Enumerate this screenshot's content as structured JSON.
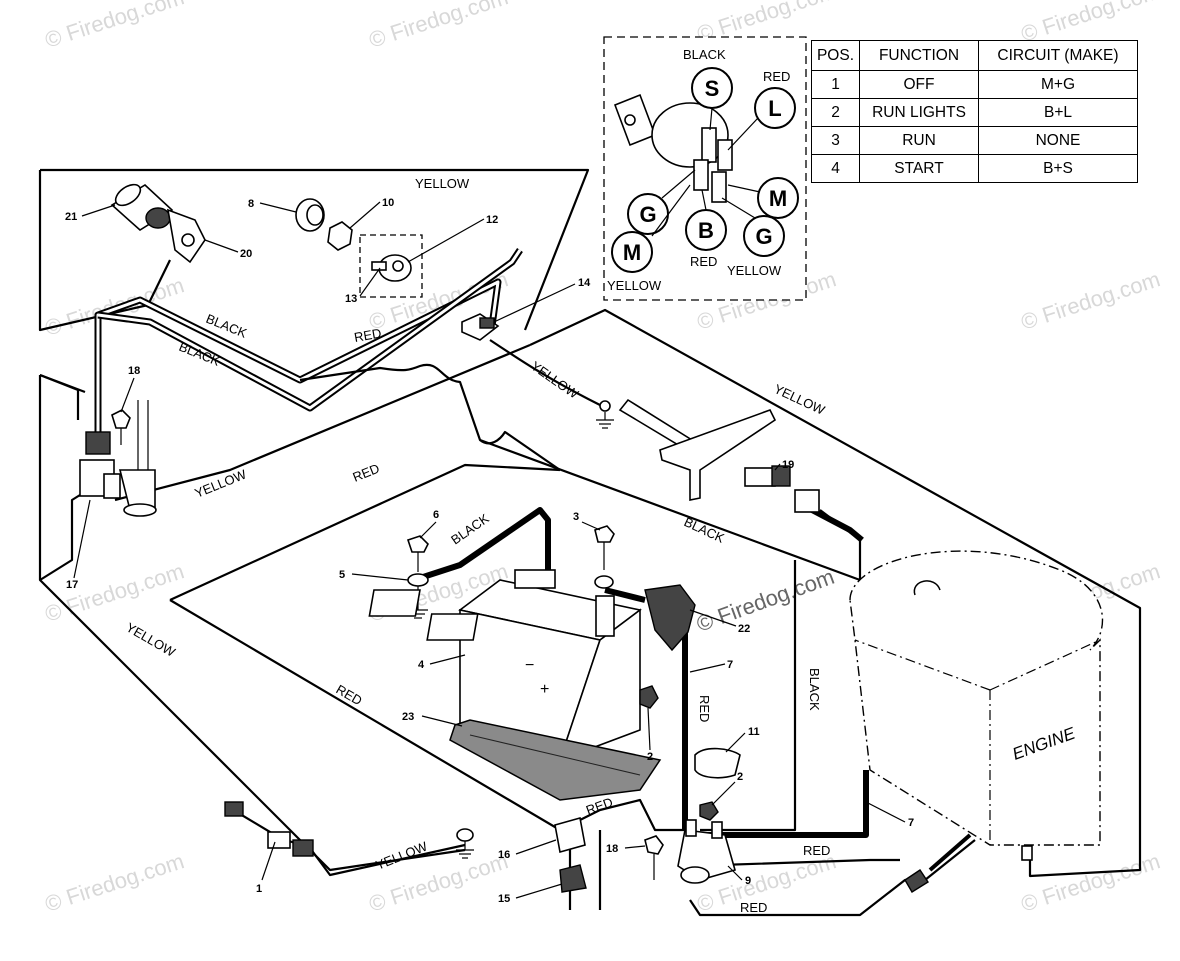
{
  "watermark": {
    "text": "© Firedog.com",
    "center_text": "© Firedog.com"
  },
  "switch_table": {
    "headers": [
      "POS.",
      "FUNCTION",
      "CIRCUIT  (MAKE)"
    ],
    "rows": [
      [
        "1",
        "OFF",
        "M+G"
      ],
      [
        "2",
        "RUN LIGHTS",
        "B+L"
      ],
      [
        "3",
        "RUN",
        "NONE"
      ],
      [
        "4",
        "START",
        "B+S"
      ]
    ]
  },
  "key_switch": {
    "terminals": [
      "S",
      "L",
      "G",
      "B",
      "M",
      "G",
      "M"
    ],
    "labels": {
      "black": "BLACK",
      "red_top": "RED",
      "red_bottom": "RED",
      "yellow_left": "YELLOW",
      "yellow_right": "YELLOW"
    }
  },
  "wire_labels": {
    "yellow_top": "YELLOW",
    "black_1": "BLACK",
    "black_2": "BLACK",
    "red_upper": "RED",
    "yellow_diag": "YELLOW",
    "yellow_right": "YELLOW",
    "yellow_left": "YELLOW",
    "red_mid": "RED",
    "black_battery": "BLACK",
    "black_right": "BLACK",
    "black_vertical": "BLACK",
    "red_vertical": "RED",
    "yellow_lower_left": "YELLOW",
    "red_lower": "RED",
    "red_bottom_mid": "RED",
    "yellow_bottom": "YELLOW",
    "red_solenoid": "RED",
    "red_bottom": "RED"
  },
  "engine_label": "ENGINE",
  "part_numbers": {
    "p1": "1",
    "p2a": "2",
    "p2b": "2",
    "p3": "3",
    "p4": "4",
    "p5": "5",
    "p6": "6",
    "p7a": "7",
    "p7b": "7",
    "p8": "8",
    "p9": "9",
    "p10": "10",
    "p11": "11",
    "p12": "12",
    "p13": "13",
    "p14": "14",
    "p15": "15",
    "p16": "16",
    "p17": "17",
    "p18a": "18",
    "p18b": "18",
    "p19": "19",
    "p20": "20",
    "p21": "21",
    "p22": "22",
    "p23": "23"
  }
}
